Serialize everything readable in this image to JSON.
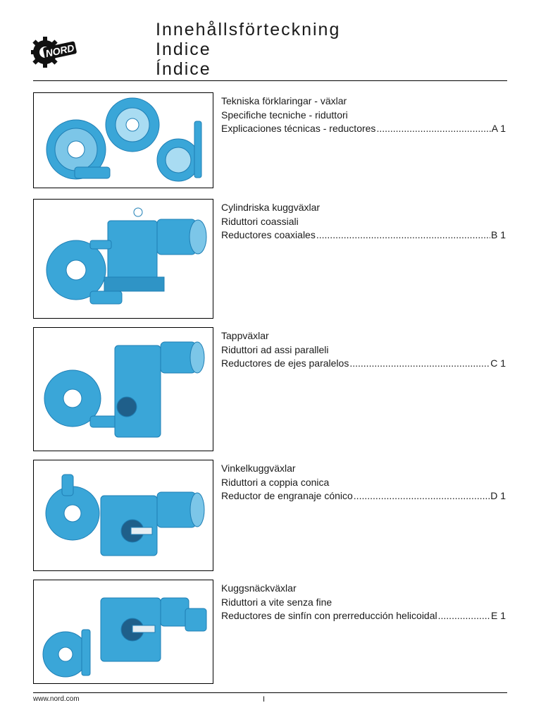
{
  "header": {
    "logo_text": "NORD",
    "titles": [
      "Innehållsförteckning",
      "Indice",
      "Índice"
    ]
  },
  "entries": [
    {
      "lines": [
        "Tekniska förklaringar - växlar",
        "Specifiche tecniche - riduttori"
      ],
      "toc_label": "Explicaciones técnicas - reductores ",
      "page": "A 1",
      "image_icon": "gear-set-icon"
    },
    {
      "lines": [
        "Cylindriska kuggväxlar",
        "Riduttori coassiali"
      ],
      "toc_label": "Reductores coaxiales ",
      "page": "B 1",
      "image_icon": "helical-gearmotor-icon"
    },
    {
      "lines": [
        "Tappväxlar",
        "Riduttori ad assi paralleli"
      ],
      "toc_label": "Reductores de ejes paralelos",
      "page": "C 1",
      "image_icon": "parallel-shaft-gearmotor-icon"
    },
    {
      "lines": [
        "Vinkelkuggväxlar",
        "Riduttori a coppia conica"
      ],
      "toc_label": "Reductor de engranaje cónico",
      "page": "D 1",
      "image_icon": "bevel-gearmotor-icon"
    },
    {
      "lines": [
        "Kuggsnäckväxlar",
        "Riduttori a vite senza fine"
      ],
      "toc_label": "Reductores de sinfín con prerreducción helicoidal ",
      "page": "E 1",
      "image_icon": "worm-gearmotor-icon"
    }
  ],
  "footer": {
    "url": "www.nord.com",
    "page_number": "I"
  },
  "colors": {
    "product_blue": "#3aa6d8",
    "product_blue_dark": "#1f7fb5",
    "product_blue_light": "#a9dcf2",
    "rule": "#000000"
  }
}
